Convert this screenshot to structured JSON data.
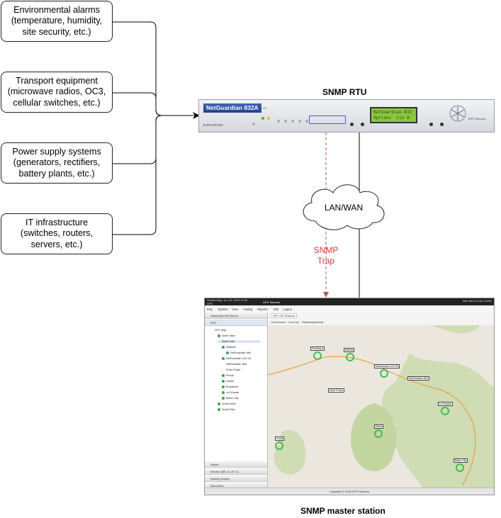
{
  "sources": [
    {
      "text": "Environmental alarms\n(temperature, humidity,\nsite security, etc.)"
    },
    {
      "text": "Transport equipment\n(microwave radios, OC3,\ncellular switches, etc.)"
    },
    {
      "text": "Power supply systems\n(generators, rectifiers,\nbattery plants, etc.)"
    },
    {
      "text": "IT infrastructure\n(switches, routers,\nservers, etc.)"
    }
  ],
  "rtu": {
    "label": "SNMP RTU",
    "badge": "NetGuardian 832A",
    "badge_suffix": "G5",
    "lcd_text": "NetGuardian-832\nOptions  Lin 8",
    "brand": "DPS Telecom",
    "model_code": "D-PK-NGT2G"
  },
  "cloud": {
    "label": "LAN/WAN"
  },
  "trap": {
    "label": "SNMP\nTrap"
  },
  "master": {
    "label": "SNMP master station",
    "topbar_left": "Wednesday, Jun 22, 2016 11:06",
    "topbar_sub": "DPS",
    "topbar_brand": "DPS Telecom",
    "topbar_right": "Web Mon v1.5b.0.0002",
    "menu": [
      "Intry",
      "Options",
      "View",
      "Analog",
      "Reports",
      "Edit",
      "Logout"
    ],
    "sidebar_headers": [
      "Standing/COS Alarms",
      "GFV"
    ],
    "tree": [
      "GFV Map",
      "North West",
      "North East",
      "Stallville",
      "NetGuardian 864",
      "NetGuardian 216 G3",
      "NetGuardian 864",
      "Solar Power",
      "Pinoal",
      "Utopia",
      "Boardman",
      "La Grande",
      "Baker City",
      "South West",
      "South East"
    ],
    "sidebar_footers": [
      "Speed",
      "Monitor (Wtr, G, Air, 3)",
      "Analog Groups",
      "Recorders"
    ],
    "tab": "GFV OR Network",
    "toolbar": [
      "Level Down",
      "Level Up",
      "Standing Alarms]"
    ],
    "map_sites": [
      {
        "name": "Pendleton"
      },
      {
        "name": "Wallula"
      },
      {
        "name": "NetGuardian 216 G3"
      },
      {
        "name": "NetGuardian 864"
      },
      {
        "name": "Solar Power"
      },
      {
        "name": "La Grande"
      },
      {
        "name": "Ukiah"
      },
      {
        "name": "Fossil"
      },
      {
        "name": "Baker City"
      }
    ],
    "footer": "Copyright © 2016 DPS Telecom"
  },
  "colors": {
    "trap": "#d33a3a",
    "line": "#000000",
    "dashed": "#b55a5a"
  }
}
